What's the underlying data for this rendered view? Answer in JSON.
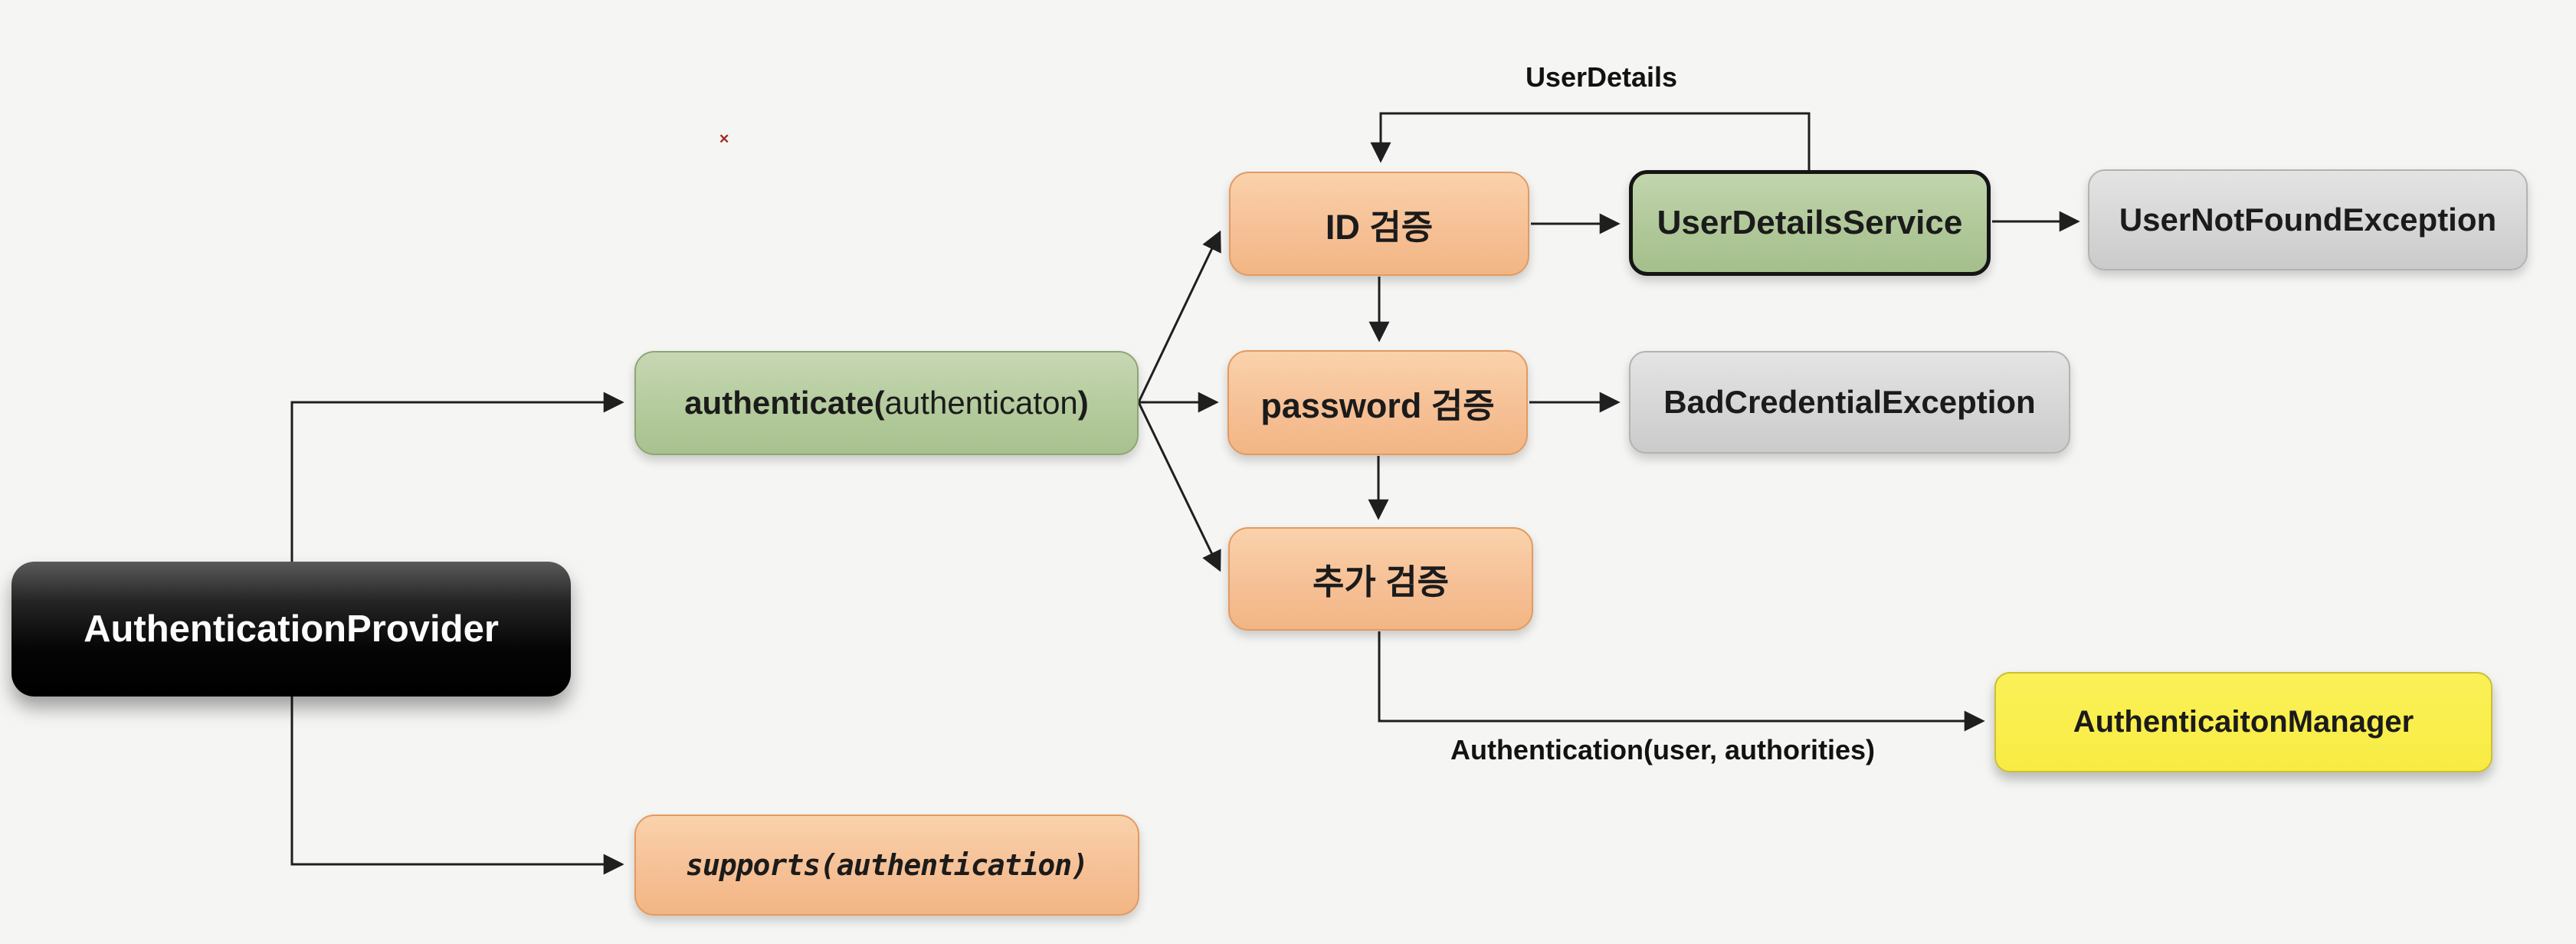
{
  "diagram": {
    "title_context": "AuthenticationProvider flow diagram",
    "background_color": "#f5f5f3",
    "nodes": {
      "provider": {
        "label": "AuthenticationProvider",
        "color": "#000000",
        "text_color": "#ffffff"
      },
      "authenticate": {
        "bold_open": "authenticate(",
        "arg": "authenticaton",
        "bold_close": ")",
        "color": "#b4cb9d"
      },
      "id_check": {
        "label": "ID 검증",
        "color": "#f6c096"
      },
      "password_check": {
        "label": "password 검증",
        "color": "#f6c096"
      },
      "extra_check": {
        "label": "추가 검증",
        "color": "#f6c096"
      },
      "user_details_service": {
        "label": "UserDetailsService",
        "color": "#b0c899",
        "border_color": "#151515"
      },
      "user_not_found_exception": {
        "label": "UserNotFoundException",
        "color": "#d6d6d6"
      },
      "bad_credential_exception": {
        "label": "BadCredentialException",
        "color": "#d6d6d6"
      },
      "authentication_manager": {
        "label": "AuthenticaitonManager",
        "color": "#f8ec43"
      },
      "supports": {
        "label": "supports(authentication)",
        "color": "#f6c096"
      }
    },
    "edge_labels": {
      "user_details": "UserDetails",
      "authentication_result": "Authentication(user, authorities)"
    },
    "edges": [
      {
        "from": "provider",
        "to": "authenticate"
      },
      {
        "from": "provider",
        "to": "supports"
      },
      {
        "from": "authenticate",
        "to": "id_check"
      },
      {
        "from": "authenticate",
        "to": "password_check"
      },
      {
        "from": "authenticate",
        "to": "extra_check"
      },
      {
        "from": "id_check",
        "to": "password_check"
      },
      {
        "from": "password_check",
        "to": "extra_check"
      },
      {
        "from": "id_check",
        "to": "user_details_service"
      },
      {
        "from": "user_details_service",
        "to": "user_not_found_exception"
      },
      {
        "from": "user_details_service",
        "to": "id_check",
        "label": "UserDetails"
      },
      {
        "from": "password_check",
        "to": "bad_credential_exception"
      },
      {
        "from": "extra_check",
        "to": "authentication_manager",
        "label": "Authentication(user, authorities)"
      }
    ],
    "artifact_mark": "✕",
    "line_color": "#1f1f1f"
  }
}
